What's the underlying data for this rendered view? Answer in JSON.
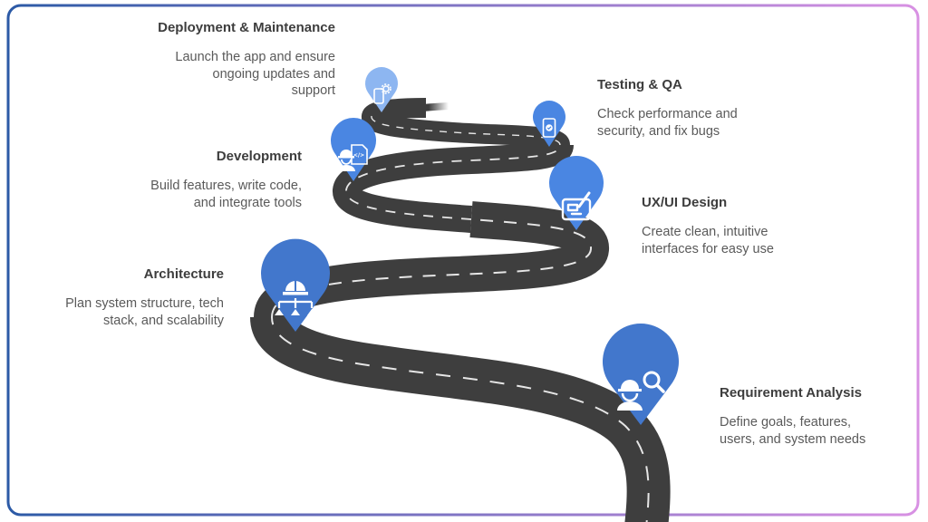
{
  "diagram": {
    "type": "roadmap",
    "colors": {
      "road": "#3e3e3e",
      "lane_marks": "#e6e6e6",
      "pin_primary": "#4277cc",
      "pin_bright": "#4a86e2",
      "pin_light": "#8db6f1",
      "border_start": "#2c5aa6",
      "border_end": "#d891e3",
      "title_text": "#3d3d3d",
      "desc_text": "#5a5a5a"
    },
    "stages": [
      {
        "order": 1,
        "title": "Requirement Analysis",
        "description_lines": [
          "Define goals, features,",
          "users, and system needs"
        ],
        "icon": "engineer-search-icon"
      },
      {
        "order": 2,
        "title": "Architecture",
        "description_lines": [
          "Plan system structure, tech",
          "stack, and scalability"
        ],
        "icon": "hardhat-hierarchy-icon"
      },
      {
        "order": 3,
        "title": "UX/UI Design",
        "description_lines": [
          "Create clean, intuitive",
          "interfaces for easy use"
        ],
        "icon": "design-edit-icon"
      },
      {
        "order": 4,
        "title": "Development",
        "description_lines": [
          "Build features, write code,",
          "and integrate tools"
        ],
        "icon": "developer-code-icon"
      },
      {
        "order": 5,
        "title": "Testing & QA",
        "description_lines": [
          "Check performance and",
          "security, and fix bugs"
        ],
        "icon": "mobile-check-icon"
      },
      {
        "order": 6,
        "title": "Deployment & Maintenance",
        "description_lines": [
          "Launch the app and ensure",
          "ongoing updates and",
          "support"
        ],
        "icon": "mobile-gear-icon"
      }
    ]
  }
}
